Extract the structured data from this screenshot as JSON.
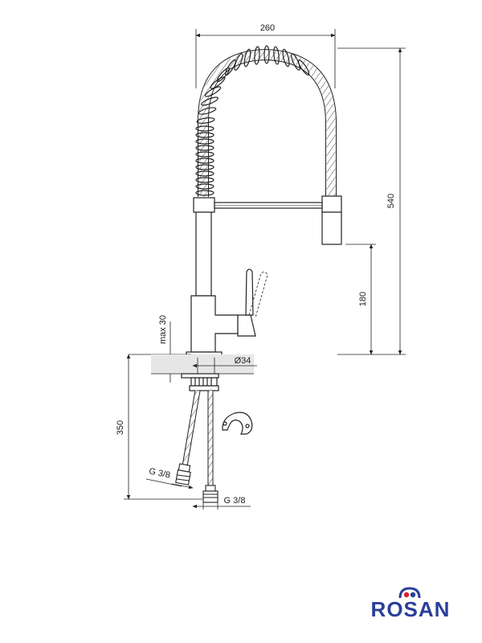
{
  "dimensions": {
    "width_top": "260",
    "height_total": "540",
    "height_spout": "180",
    "max_thickness": "max 30",
    "diameter": "Ø34",
    "below_length": "350",
    "hose_thread_left": "G 3/8",
    "hose_thread_bottom": "G 3/8"
  },
  "brand": {
    "name": "ROSAN",
    "color": "#2a3f9a",
    "accent_red": "#d9232e",
    "accent_blue": "#2a3f9a"
  }
}
